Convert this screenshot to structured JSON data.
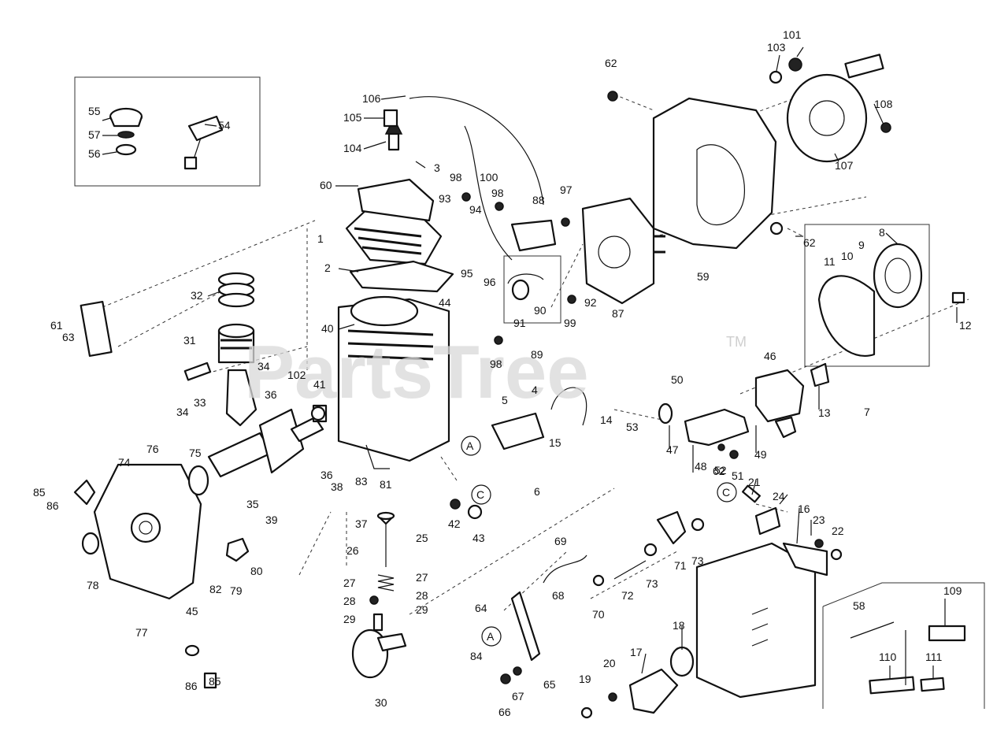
{
  "watermark": "PartsTree",
  "trademark": "TM",
  "callouts": [
    "1",
    "2",
    "3",
    "4",
    "5",
    "6",
    "7",
    "8",
    "9",
    "10",
    "11",
    "12",
    "13",
    "14",
    "15",
    "16",
    "17",
    "18",
    "19",
    "20",
    "21",
    "22",
    "23",
    "24",
    "25",
    "26",
    "27",
    "28",
    "29",
    "30",
    "31",
    "32",
    "33",
    "34",
    "35",
    "36",
    "37",
    "38",
    "39",
    "40",
    "41",
    "42",
    "43",
    "44",
    "45",
    "46",
    "47",
    "48",
    "49",
    "50",
    "51",
    "52",
    "53",
    "54",
    "55",
    "56",
    "57",
    "58",
    "59",
    "60",
    "61",
    "62",
    "63",
    "64",
    "65",
    "66",
    "67",
    "68",
    "69",
    "70",
    "71",
    "72",
    "73",
    "74",
    "75",
    "76",
    "77",
    "78",
    "79",
    "80",
    "81",
    "82",
    "83",
    "84",
    "85",
    "86",
    "87",
    "88",
    "89",
    "90",
    "91",
    "92",
    "93",
    "94",
    "95",
    "96",
    "97",
    "98",
    "99",
    "100",
    "101",
    "102",
    "103",
    "104",
    "105",
    "106",
    "107",
    "108",
    "109",
    "110",
    "111"
  ],
  "reference_marks": [
    "A",
    "C"
  ]
}
